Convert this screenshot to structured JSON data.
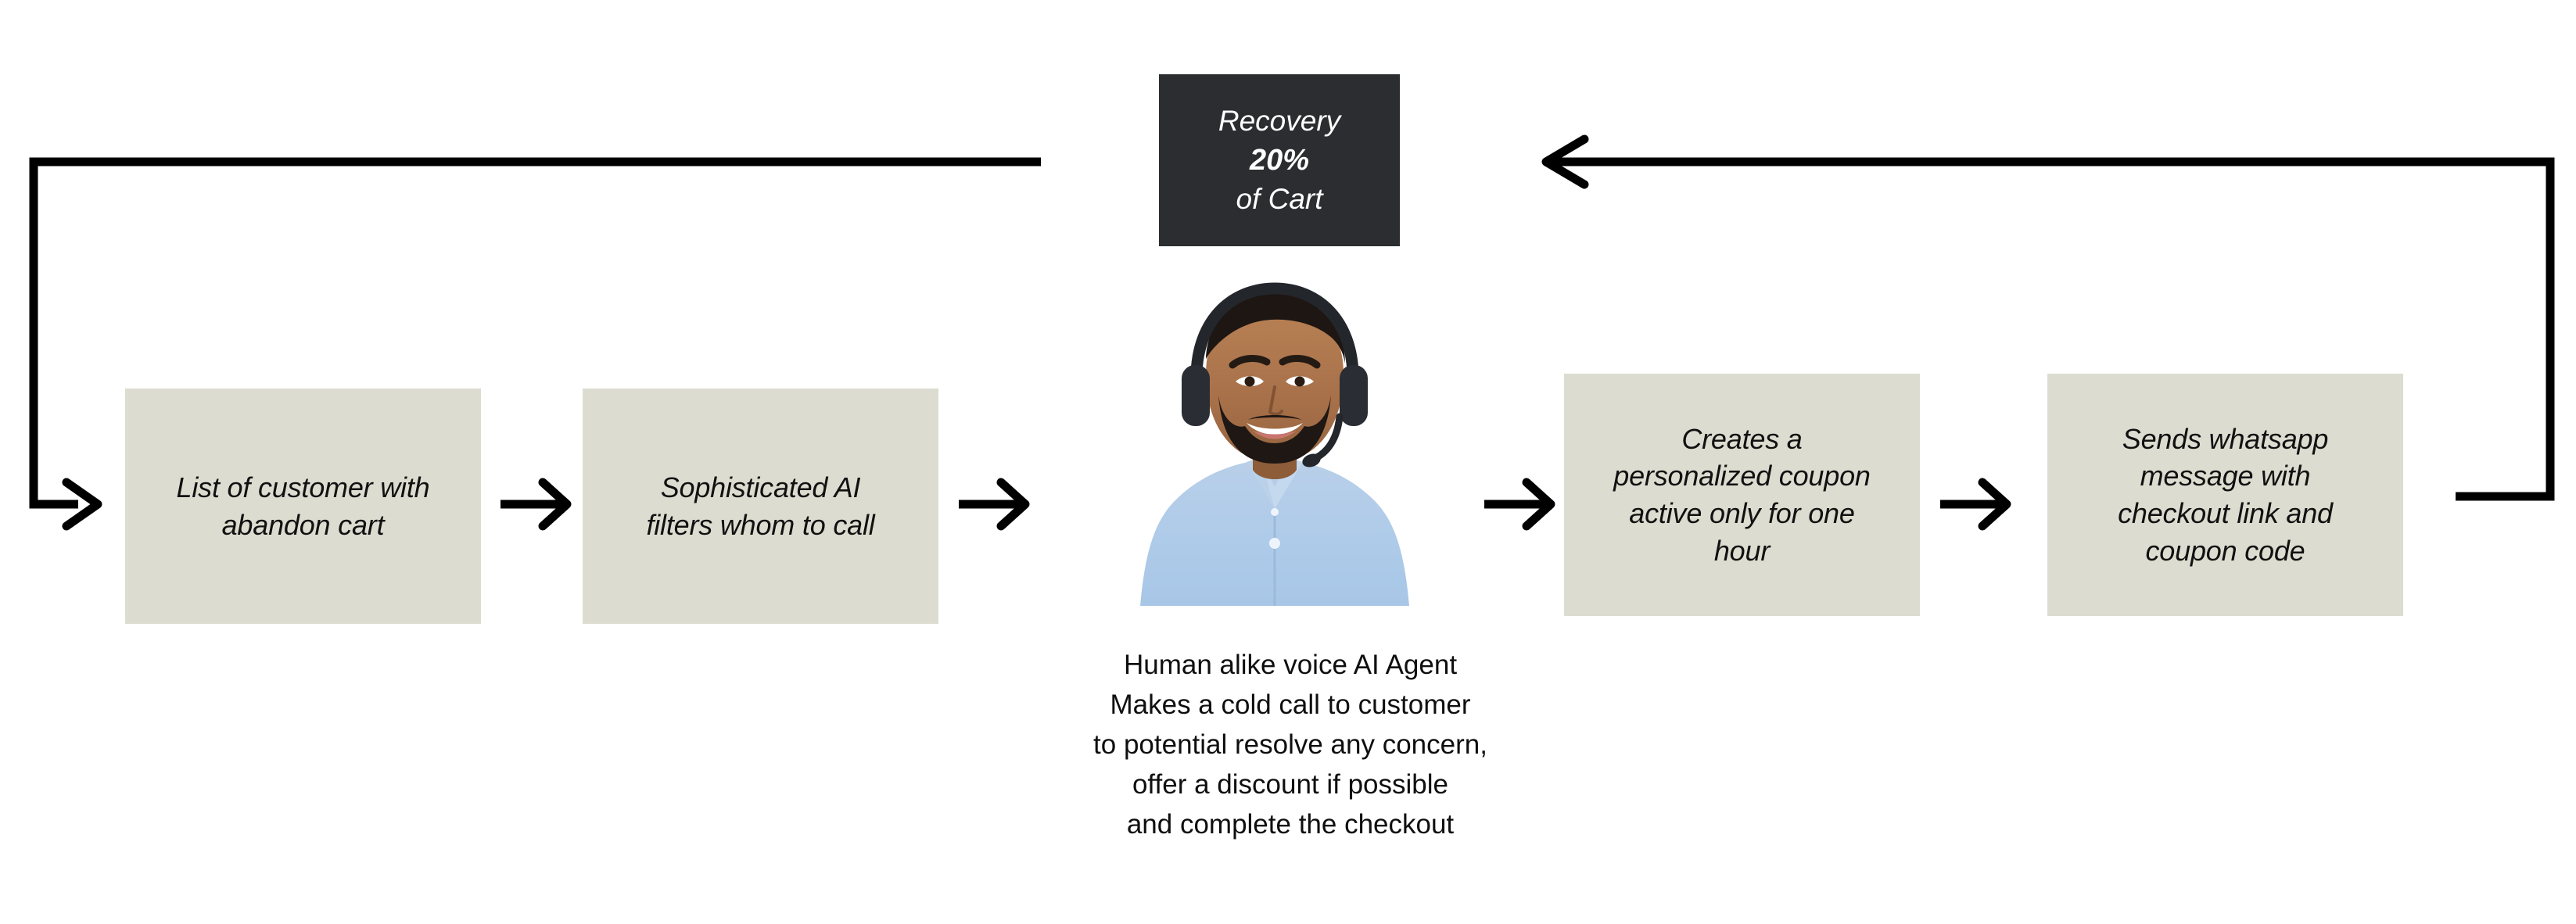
{
  "diagram": {
    "background_color": "#ffffff",
    "box_fill_color": "#dcdcd0",
    "badge_fill_color": "#2b2d31",
    "line_color": "#000000",
    "steps": [
      {
        "id": "step-1",
        "label": "List of customer with\nabandon cart"
      },
      {
        "id": "step-2",
        "label": "Sophisticated AI\nfilters whom to call"
      },
      {
        "id": "step-3",
        "label": "Creates a\npersonalized coupon\nactive only for one\nhour"
      },
      {
        "id": "step-4",
        "label": "Sends whatsapp\nmessage with\ncheckout link and\ncoupon code"
      }
    ],
    "badge": {
      "line1": "Recovery",
      "line2": "20%",
      "line3": "of Cart"
    },
    "agent": {
      "photo_alt": "smiling-support-agent-with-headset",
      "caption": "Human alike voice AI Agent\nMakes a cold call to customer\nto potential resolve any concern,\noffer a discount if possible\nand complete the checkout"
    },
    "arrows": [
      {
        "id": "arrow-step1-to-step2",
        "direction": "right"
      },
      {
        "id": "arrow-step2-to-agent",
        "direction": "right"
      },
      {
        "id": "arrow-agent-to-step3",
        "direction": "right"
      },
      {
        "id": "arrow-step3-to-step4",
        "direction": "right"
      },
      {
        "id": "arrow-loop-return-left",
        "direction": "left"
      },
      {
        "id": "arrow-loop-enter-step1",
        "direction": "right"
      }
    ]
  }
}
